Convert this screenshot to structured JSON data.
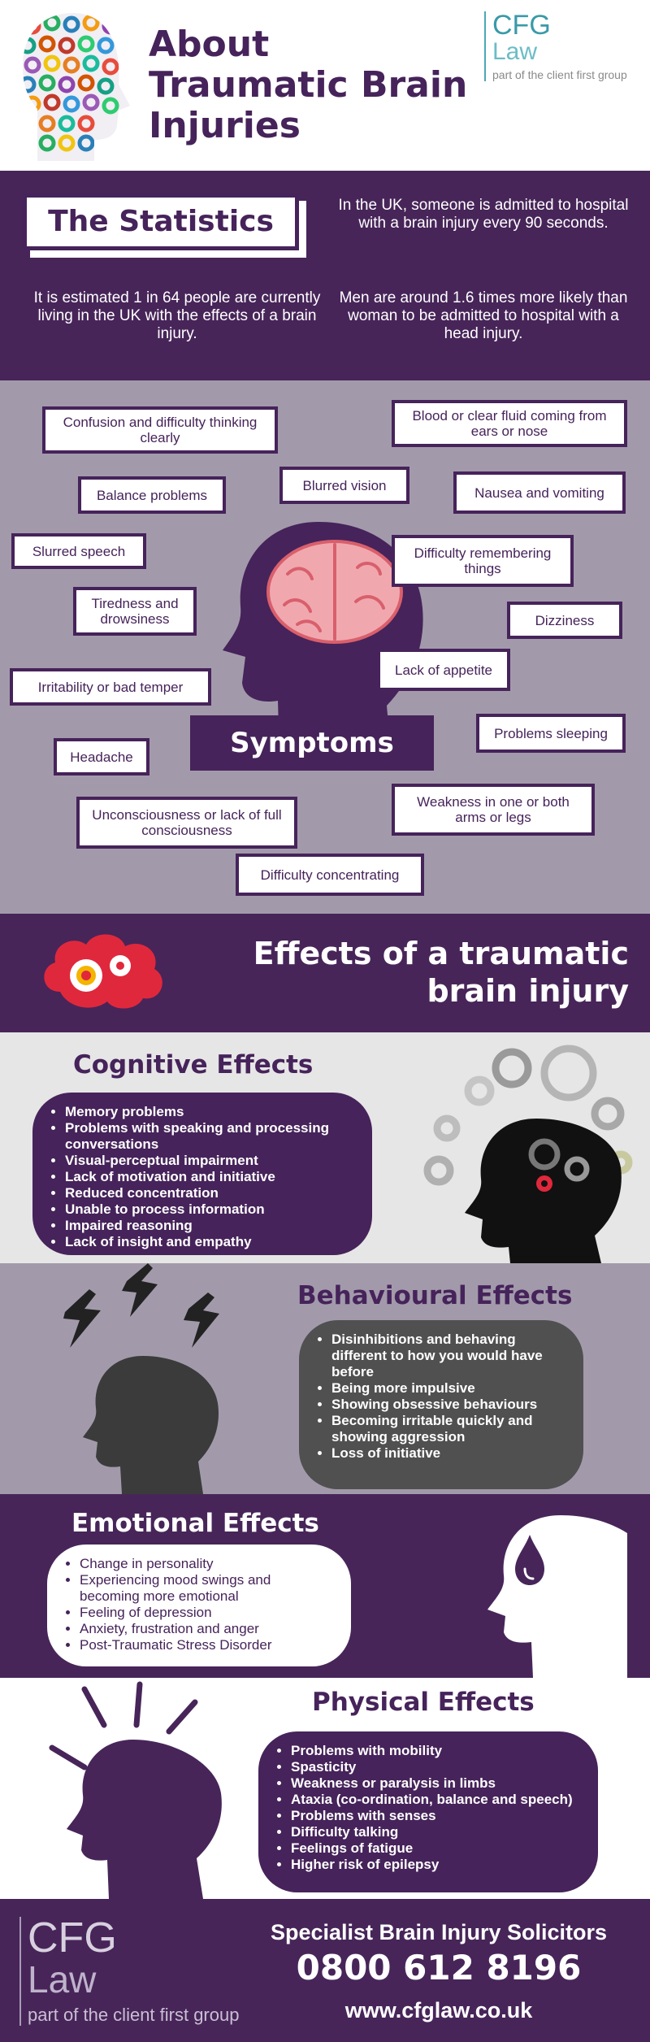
{
  "header": {
    "title": "About Traumatic Brain Injuries",
    "logo": {
      "line1": "CFG",
      "line2": "Law",
      "tagline": "part of the client first group"
    }
  },
  "statistics": {
    "title": "The Statistics",
    "items": [
      "In the UK, someone is admitted to hospital with a brain injury every 90 seconds.",
      "It is estimated 1 in 64 people are currently living in the UK with the effects of a brain injury.",
      "Men are around 1.6 times more likely than woman to be admitted to hospital with a head injury."
    ]
  },
  "symptoms": {
    "label": "Symptoms",
    "items": [
      "Confusion and difficulty thinking clearly",
      "Blood or clear fluid coming from ears or nose",
      "Balance problems",
      "Blurred vision",
      "Nausea and vomiting",
      "Slurred speech",
      "Difficulty remembering things",
      "Tiredness and drowsiness",
      "Dizziness",
      "Lack of appetite",
      "Irritability or bad temper",
      "Problems sleeping",
      "Headache",
      "Weakness in one or both arms or legs",
      "Unconsciousness or lack of full consciousness",
      "Difficulty concentrating"
    ]
  },
  "effects": {
    "title": "Effects of a traumatic brain injury",
    "cognitive": {
      "title": "Cognitive Effects",
      "items": [
        "Memory problems",
        "Problems with speaking and processing conversations",
        "Visual-perceptual impairment",
        "Lack of motivation and initiative",
        "Reduced concentration",
        "Unable to process information",
        "Impaired reasoning",
        "Lack of insight and empathy"
      ]
    },
    "behavioural": {
      "title": "Behavioural Effects",
      "items": [
        "Disinhibitions and behaving different to how you would have before",
        "Being more impulsive",
        "Showing obsessive behaviours",
        "Becoming irritable quickly and showing aggression",
        "Loss of initiative"
      ]
    },
    "emotional": {
      "title": "Emotional Effects",
      "items": [
        "Change in personality",
        "Experiencing mood swings and becoming more emotional",
        "Feeling of depression",
        "Anxiety, frustration and anger",
        "Post-Traumatic Stress Disorder"
      ]
    },
    "physical": {
      "title": "Physical Effects",
      "items": [
        "Problems with mobility",
        "Spasticity",
        "Weakness or paralysis in limbs",
        "Ataxia (co-ordination, balance and speech)",
        "Problems with senses",
        "Difficulty talking",
        "Feelings of fatigue",
        "Higher risk of epilepsy"
      ]
    }
  },
  "footer": {
    "logo": {
      "line1": "CFG",
      "line2": "Law",
      "tagline": "part of the client first group"
    },
    "heading": "Specialist Brain Injury Solicitors",
    "phone": "0800 612 8196",
    "website": "www.cfglaw.co.uk"
  },
  "colors": {
    "purple": "#46235a",
    "symptoms_bg": "#a29aab",
    "cognitive_bg": "#e6e6e6",
    "logo_teal": "#3a9aa8"
  }
}
